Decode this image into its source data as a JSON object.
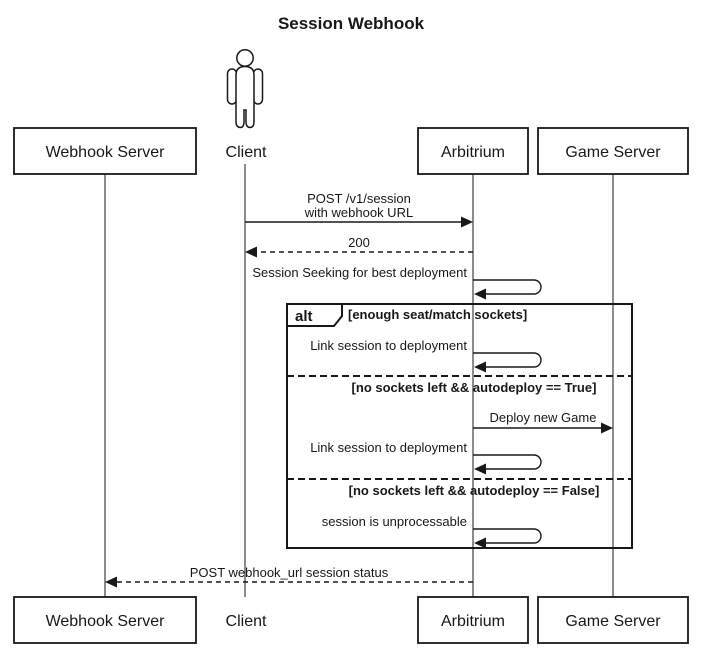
{
  "title": "Session Webhook",
  "participants": {
    "webhook_server": "Webhook Server",
    "client": "Client",
    "arbitrium": "Arbitrium",
    "game_server": "Game Server"
  },
  "messages": {
    "post_session_line1": "POST /v1/session",
    "post_session_line2": "with webhook URL",
    "response": "200",
    "seeking": "Session Seeking for best deployment",
    "link_session_a": "Link session to deployment",
    "deploy": "Deploy new Game",
    "link_session_b": "Link session to deployment",
    "unprocessable": "session is unprocessable",
    "webhook_status": "POST webhook_url session status"
  },
  "alt_frame": {
    "operator": "alt",
    "condition_enough_sockets": "[enough seat/match sockets]",
    "condition_autodeploy_true": "[no sockets left && autodeploy == True]",
    "condition_autodeploy_false": "[no sockets left && autodeploy == False]"
  },
  "colors": {
    "ink": "#181818",
    "background": "#ffffff"
  }
}
